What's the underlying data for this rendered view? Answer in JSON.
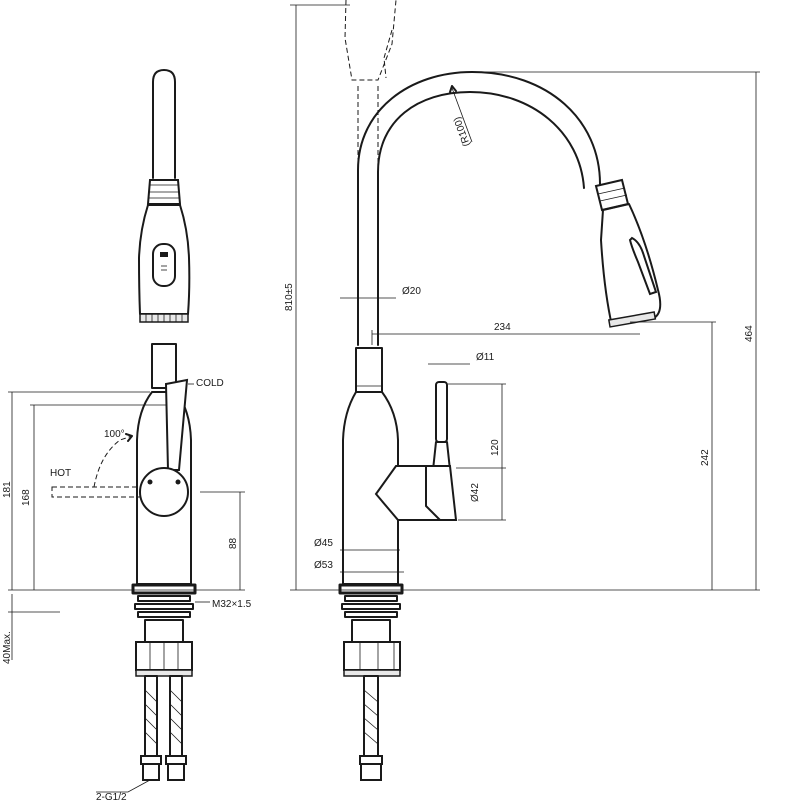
{
  "front_view": {
    "label_cold": "COLD",
    "label_hot": "HOT",
    "angle": "100°",
    "dim_height_total": "181",
    "dim_height_handle": "168",
    "dim_88": "88",
    "thread": "M32×1.5",
    "dim_40max": "40Max.",
    "hose_thread": "2-G1/2"
  },
  "side_view": {
    "radius": "(R100)",
    "dia_spout": "Ø20",
    "reach": "234",
    "dia_lever": "Ø11",
    "height_total": "810±5",
    "height_spout": "464",
    "height_outlet": "242",
    "dim_120": "120",
    "dia_42": "Ø42",
    "dia_45": "Ø45",
    "dia_53": "Ø53"
  }
}
